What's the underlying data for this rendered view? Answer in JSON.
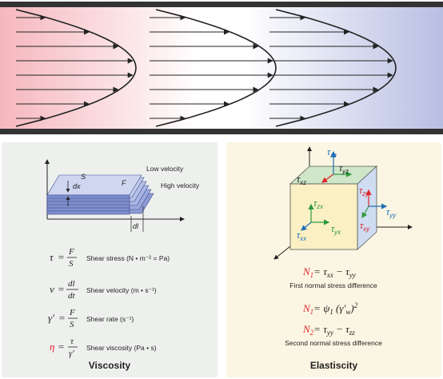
{
  "flow": {
    "colors": {
      "left": "#f5b7bd",
      "middle": "#ffffff",
      "right": "#b8bfe3",
      "wall": "#333333",
      "arrow": "#222222"
    },
    "profile_count": 3,
    "arrows_per_profile": 8
  },
  "viscosity": {
    "title": "Viscosity",
    "diagram": {
      "low_velocity": "Low velocity",
      "high_velocity": "High velocity",
      "s": "S",
      "f": "F",
      "dx": "dx",
      "dl": "dl"
    },
    "equations": [
      {
        "lhs": "τ",
        "num": "F",
        "den": "S",
        "desc": "Shear stress (N • m⁻² = Pa)",
        "lhs_color": "#222222"
      },
      {
        "lhs": "v",
        "num": "dl",
        "den": "dt",
        "desc": "Shear velocity (m • s⁻¹)",
        "lhs_color": "#222222"
      },
      {
        "lhs": "γ′",
        "num": "F",
        "den": "S",
        "desc": "Shear rate (s⁻¹)",
        "lhs_color": "#222222"
      },
      {
        "lhs": "η",
        "num": "τ",
        "den": "γ′",
        "desc": "Shear viscosity (Pa • s)",
        "lhs_color": "#e0262b"
      }
    ]
  },
  "elasticity": {
    "title": "Elastiscity",
    "stresses": {
      "tzz": "τ",
      "tzz_sub": "zz",
      "txz": "τ",
      "txz_sub": "xz",
      "tyz": "τ",
      "tyz_sub": "yz",
      "tzy": "τ",
      "tzy_sub": "zy",
      "tyy": "τ",
      "tyy_sub": "yy",
      "tzx": "τ",
      "tzx_sub": "zx",
      "tyx": "τ",
      "tyx_sub": "yx",
      "txx": "τ",
      "txx_sub": "xx",
      "txy": "τ",
      "txy_sub": "xy"
    },
    "eq1": {
      "lhs": "N",
      "lhs_sub": "1",
      "rhs": "= τ",
      "rhs_sub1": "xx",
      "minus": " − τ",
      "rhs_sub2": "yy"
    },
    "eq1_caption": "First normal stress difference",
    "eq2": {
      "lhs": "N",
      "lhs_sub": "1",
      "rhs": "= ψ",
      "psi_sub": "1",
      "rest": " (γ′",
      "w": "w",
      "close": ")",
      "sq": "2"
    },
    "eq3": {
      "lhs": "N",
      "lhs_sub": "2",
      "rhs": "= τ",
      "rhs_sub1": "yy",
      "minus": " − τ",
      "rhs_sub2": "zz"
    },
    "eq3_caption": "Second normal stress difference",
    "colors": {
      "blue": "#1f6fb5",
      "green": "#2f9a3e",
      "red": "#e0262b",
      "dark": "#222222"
    }
  }
}
